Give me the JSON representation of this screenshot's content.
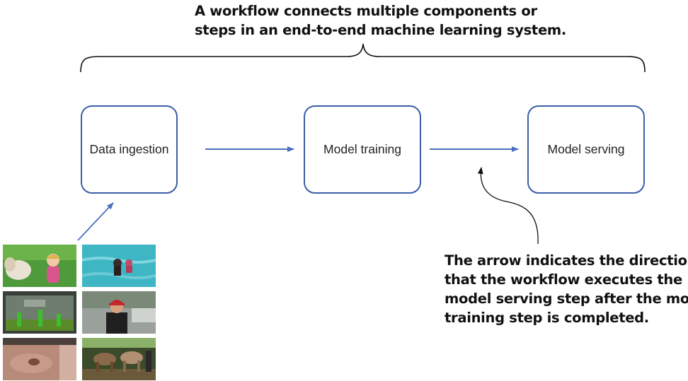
{
  "title": {
    "line1": "A workflow connects multiple components or",
    "line2": "steps in an end-to-end machine learning system."
  },
  "steps": [
    {
      "label": "Data ingestion"
    },
    {
      "label": "Model training"
    },
    {
      "label": "Model serving"
    }
  ],
  "annotation": {
    "line1": "The arrow indicates the direction",
    "line2": "that the workflow executes the",
    "line3": "model serving step after the model",
    "line4": "training step is completed."
  },
  "colors": {
    "box_border": "#3b5ea8",
    "arrow": "#4a6fbf",
    "text": "#111111"
  },
  "images": [
    {
      "icon": "dog-and-child-photo"
    },
    {
      "icon": "swimming-pool-photo"
    },
    {
      "icon": "aquarium-photo"
    },
    {
      "icon": "man-in-cap-photo"
    },
    {
      "icon": "closeup-object-photo"
    },
    {
      "icon": "horses-photo"
    }
  ]
}
